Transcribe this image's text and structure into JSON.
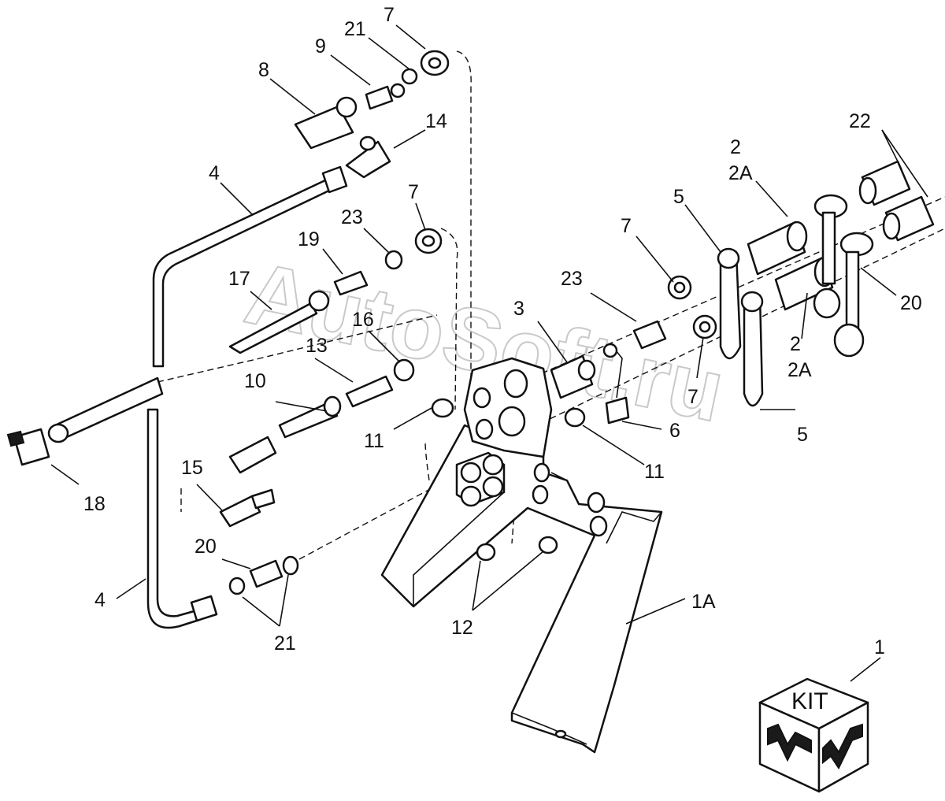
{
  "watermark": "AutoSoft.ru",
  "kit_label": "KIT",
  "callouts": {
    "c1": "1",
    "c1a": "1A",
    "c2_top": "2",
    "c2a_top": "2A",
    "c2_bot": "2",
    "c2a_bot": "2A",
    "c3": "3",
    "c4_top": "4",
    "c4_bot": "4",
    "c5_top": "5",
    "c5_bot": "5",
    "c6": "6",
    "c7_a": "7",
    "c7_b": "7",
    "c7_c": "7",
    "c7_d": "7",
    "c8": "8",
    "c9": "9",
    "c10": "10",
    "c11_a": "11",
    "c11_b": "11",
    "c12": "12",
    "c13": "13",
    "c14": "14",
    "c15": "15",
    "c16": "16",
    "c17": "17",
    "c18": "18",
    "c19": "19",
    "c20_a": "20",
    "c20_b": "20",
    "c21_a": "21",
    "c21_b": "21",
    "c22": "22",
    "c23_a": "23",
    "c23_b": "23"
  }
}
